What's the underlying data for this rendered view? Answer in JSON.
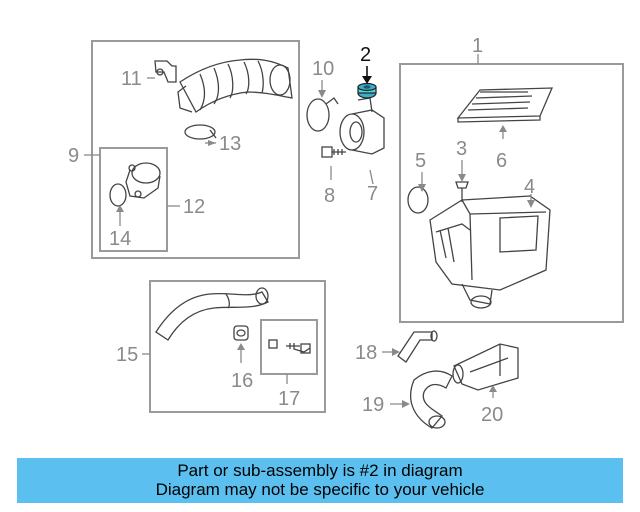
{
  "callouts": {
    "n1": "1",
    "n2": "2",
    "n3": "3",
    "n4": "4",
    "n5": "5",
    "n6": "6",
    "n7": "7",
    "n8": "8",
    "n9": "9",
    "n10": "10",
    "n11": "11",
    "n12": "12",
    "n13": "13",
    "n14": "14",
    "n15": "15",
    "n16": "16",
    "n17": "17",
    "n18": "18",
    "n19": "19",
    "n20": "20"
  },
  "highlight_part": "2",
  "colors": {
    "banner": "#5bc0f0",
    "highlight_part": "#36b0c8",
    "linework": "#444444",
    "label": "#8a8a8a"
  },
  "banner": {
    "line1": "Part or sub-assembly is #2 in diagram",
    "line2": "Diagram may not be specific to your vehicle"
  }
}
